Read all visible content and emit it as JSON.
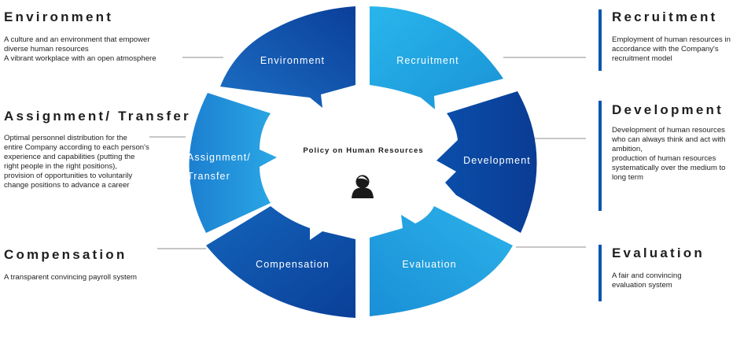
{
  "center": {
    "title": "Policy on Human Resources",
    "icon": "person-icon"
  },
  "segments": {
    "environment": "Environment",
    "recruitment": "Recruitment",
    "development": "Development",
    "evaluation": "Evaluation",
    "compensation": "Compensation",
    "assignment": [
      "Assignment/",
      "Transfer"
    ]
  },
  "left": {
    "environment": {
      "heading": "Environment",
      "lines": [
        "A culture and an environment that empower",
        "diverse human resources",
        "A vibrant workplace with an open atmosphere"
      ]
    },
    "assignment": {
      "heading": "Assignment/ Transfer",
      "lines": [
        "Optimal personnel distribution for the",
        "entire Company according to each person's",
        "experience and capabilities (putting the",
        "right people in the right positions),",
        "provision of opportunities to voluntarily",
        "change positions to advance a career"
      ]
    },
    "compensation": {
      "heading": "Compensation",
      "lines": [
        "A transparent convincing payroll system"
      ]
    }
  },
  "right": {
    "recruitment": {
      "heading": "Recruitment",
      "lines": [
        "Employment of human resources in",
        "accordance with the Company's",
        "recruitment model"
      ]
    },
    "development": {
      "heading": "Development",
      "lines": [
        "Development of human resources",
        "who can always think and act with",
        "ambition,",
        "production of human resources",
        "systematically over the medium to",
        "long term"
      ]
    },
    "evaluation": {
      "heading": "Evaluation",
      "lines": [
        "A fair and convincing",
        "evaluation system"
      ]
    }
  },
  "colors": {
    "dark_blue": "#0a4aa6",
    "light_blue": "#1aa3e0",
    "accent_bar": "#0a56b0"
  }
}
